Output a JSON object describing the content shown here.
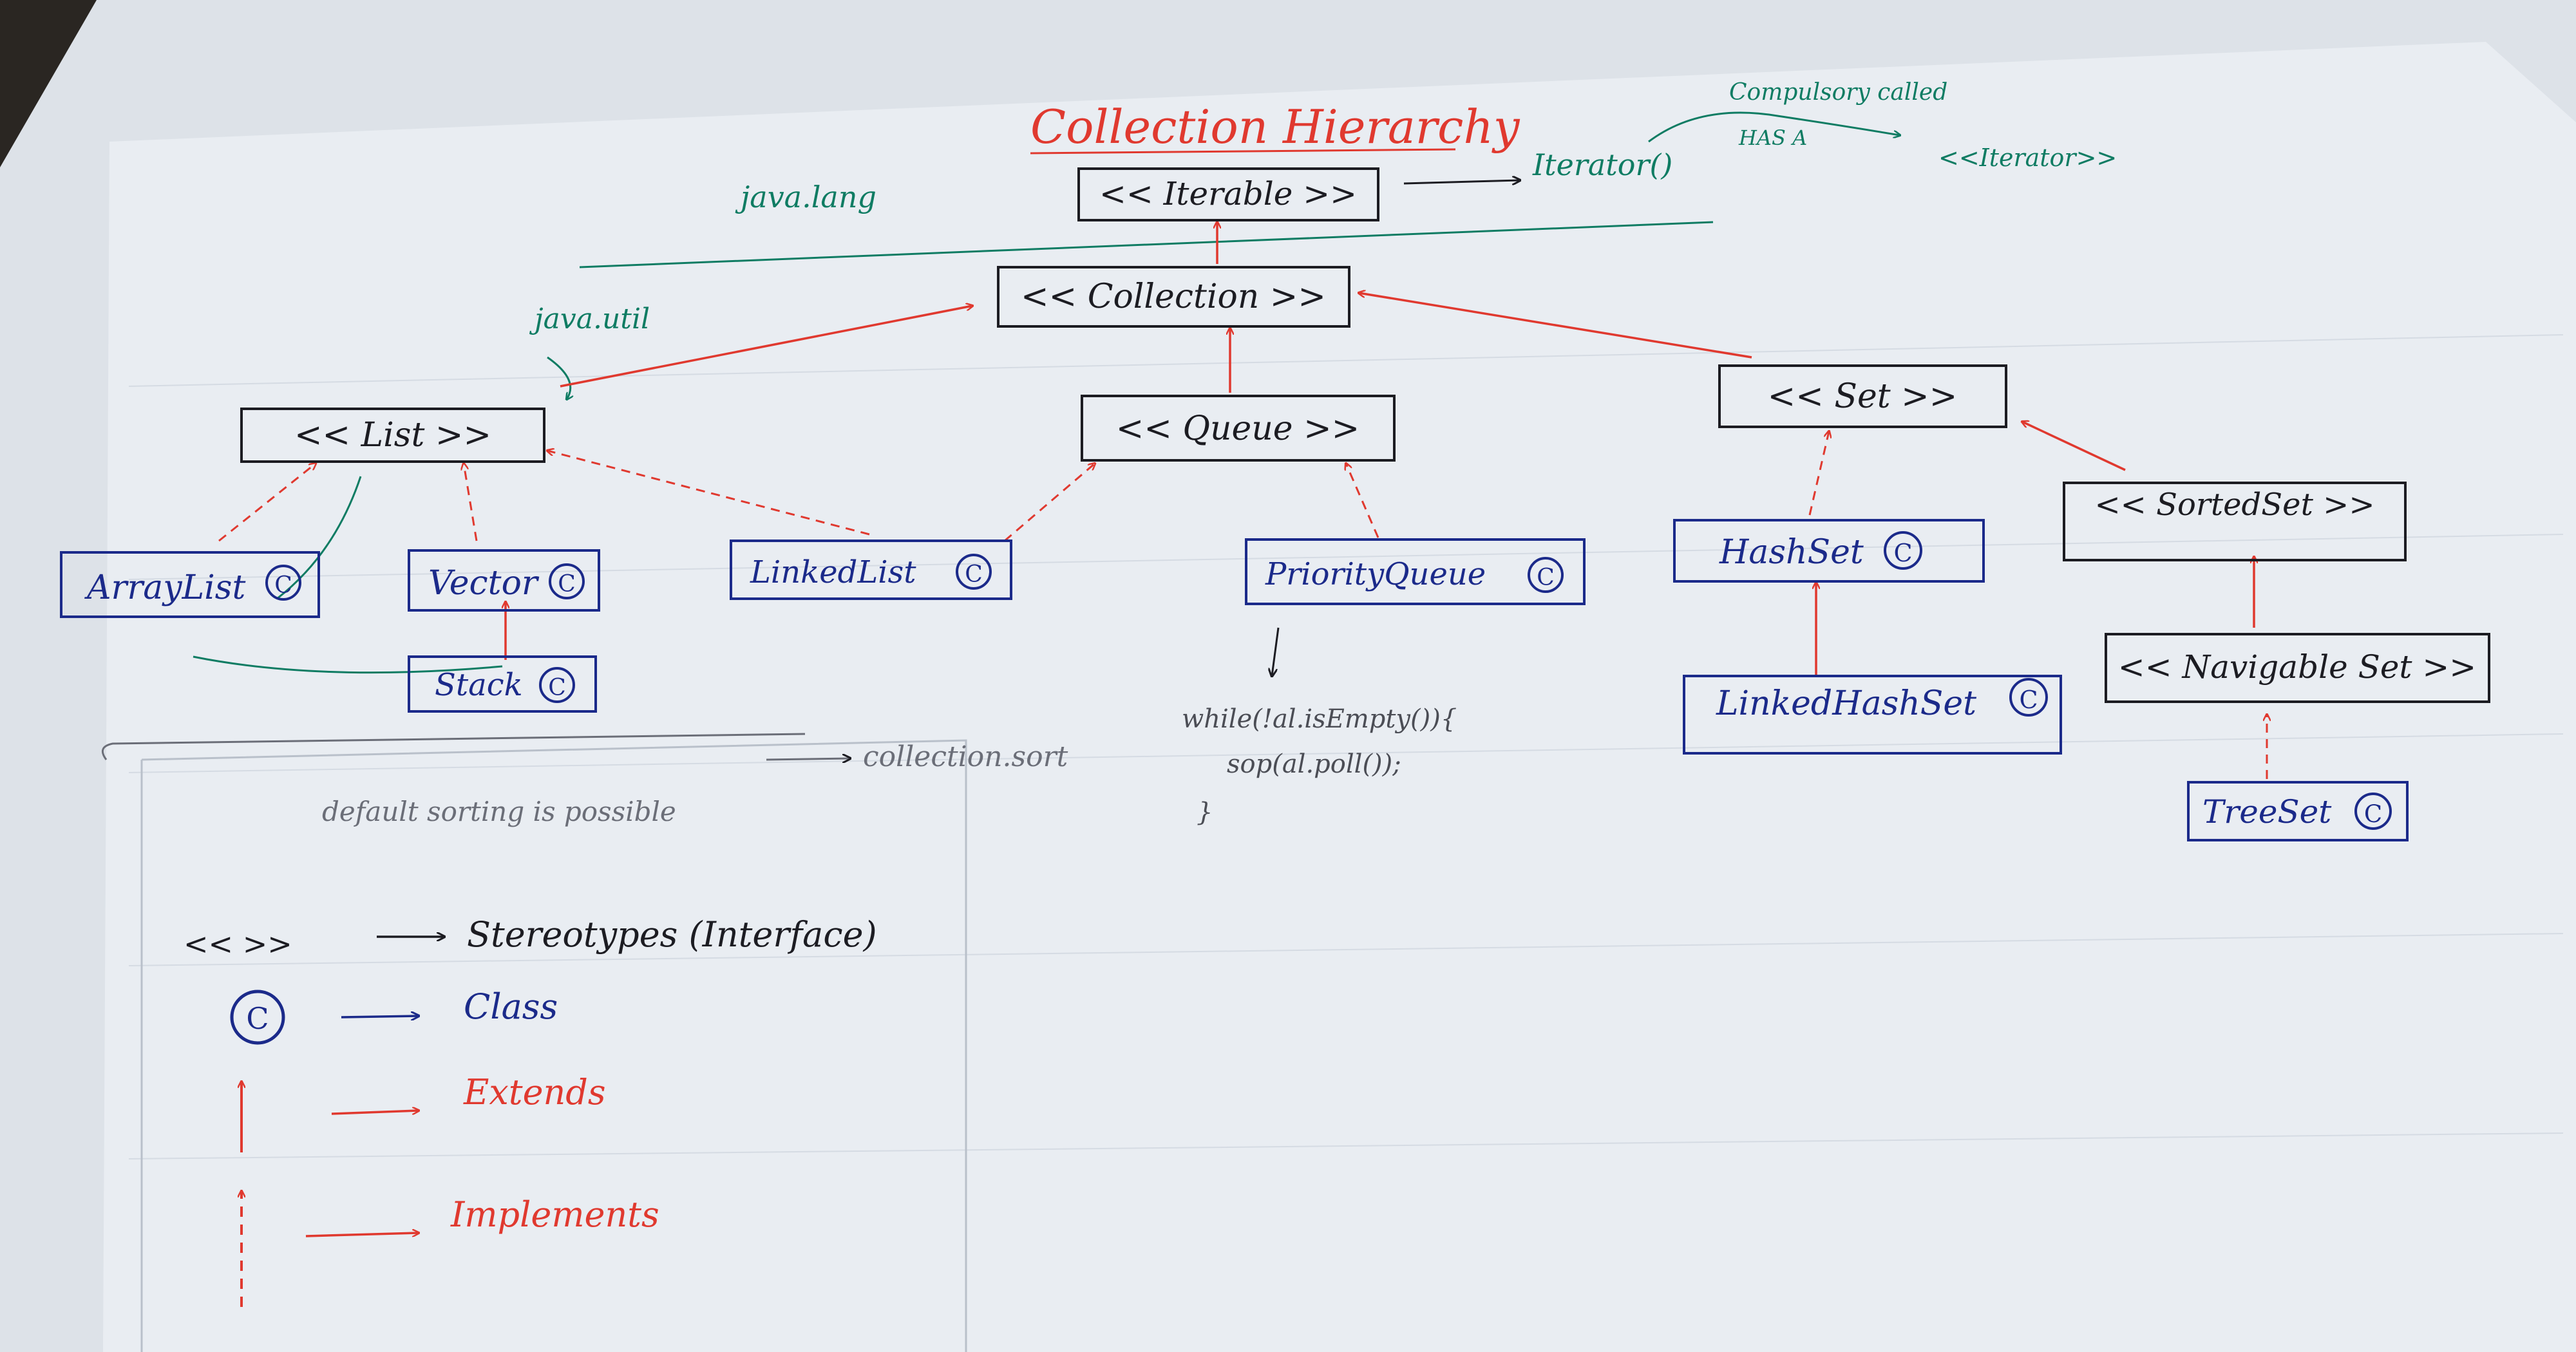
{
  "title": "Collection Hierarchy",
  "annotations": {
    "java_lang": "java.lang",
    "java_util": "java.util",
    "iterator_method": "Iterator()",
    "compulsory_called": "Compulsory called",
    "has_a": "HAS A",
    "iterator_type": "<<Iterator>>",
    "sorting_note": "default sorting is possible",
    "sort_target": "collection.sort",
    "poll_code_line1": "while(!al.isEmpty()){",
    "poll_code_line2": "sop(al.poll());",
    "poll_code_line3": "}"
  },
  "nodes": {
    "iterable": "<< Iterable >>",
    "collection": "<< Collection >>",
    "list": "<< List >>",
    "queue": "<< Queue >>",
    "set": "<< Set >>",
    "sorted_set": "<< SortedSet >>",
    "navigable_set": "<< Navigable Set >>",
    "arraylist": "ArrayList",
    "vector": "Vector",
    "stack": "Stack",
    "linkedlist": "LinkedList",
    "priorityqueue": "PriorityQueue",
    "hashset": "HashSet",
    "linkedhashset": "LinkedHashSet",
    "treeset": "TreeSet",
    "class_mark": "C"
  },
  "legend": {
    "stereotype_symbol": "<<  >>",
    "stereotype_label": "Stereotypes (Interface)",
    "class_label": "Class",
    "extends_label": "Extends",
    "implements_label": "Implements"
  },
  "colors": {
    "paper": "#e9edf2",
    "ink_black": "#1c1c22",
    "ink_blue": "#1b2a8a",
    "ink_red": "#e0392f",
    "ink_green": "#0f7c63",
    "ink_pencil": "#6b6e78"
  }
}
